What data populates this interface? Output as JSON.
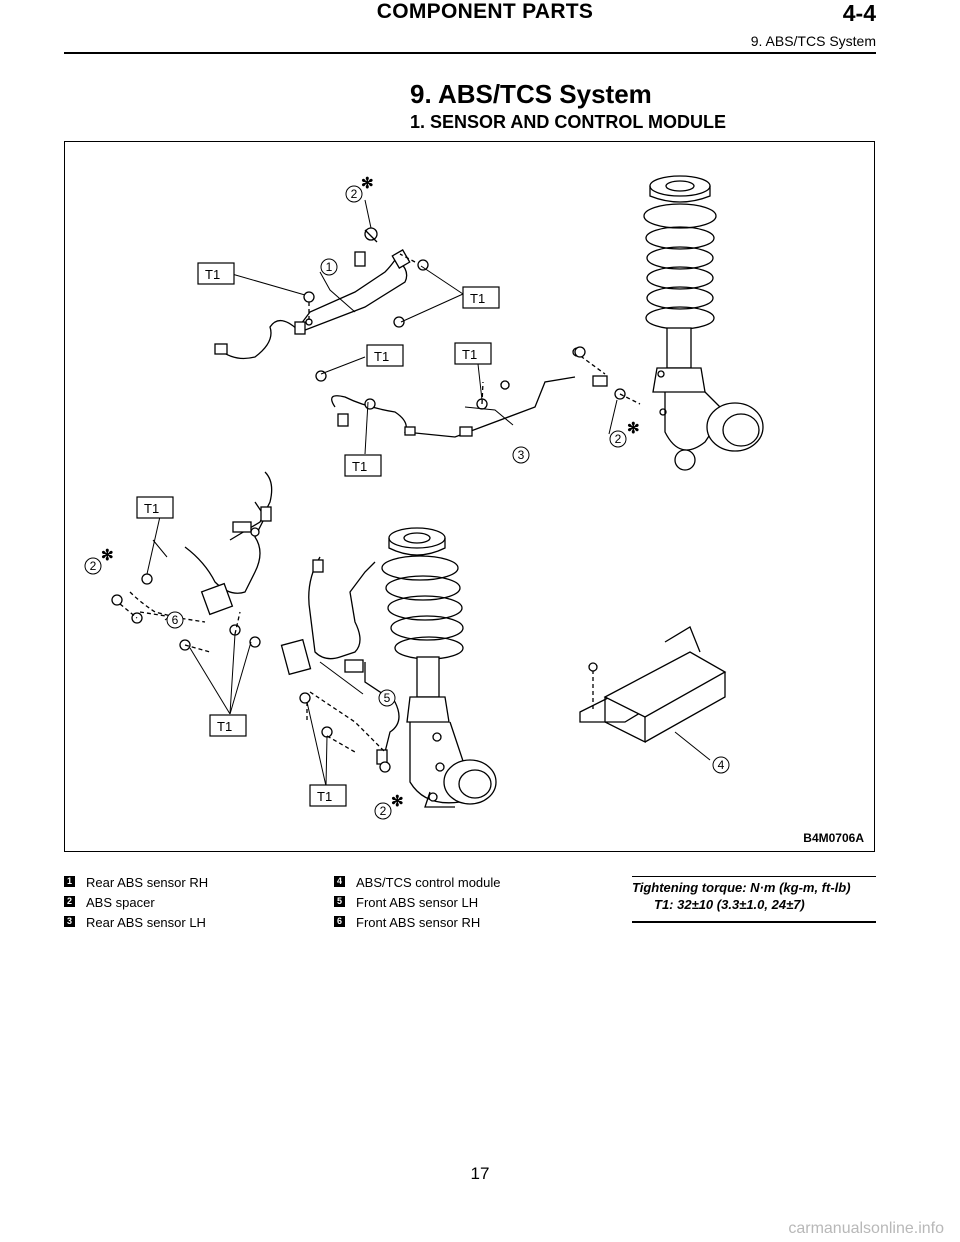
{
  "header": {
    "title": "COMPONENT PARTS",
    "code": "4-4",
    "subtitle": "9. ABS/TCS System"
  },
  "section": {
    "title": "9. ABS/TCS System",
    "subtitle": "1. SENSOR AND CONTROL MODULE"
  },
  "figure": {
    "code": "B4M0706A",
    "torque_tag": "T1",
    "callouts": [
      "1",
      "2",
      "3",
      "4",
      "5",
      "6"
    ]
  },
  "legend": [
    {
      "num": "1",
      "text": "Rear ABS sensor RH"
    },
    {
      "num": "2",
      "text": "ABS spacer"
    },
    {
      "num": "3",
      "text": "Rear ABS sensor LH"
    },
    {
      "num": "4",
      "text": "ABS/TCS control module"
    },
    {
      "num": "5",
      "text": "Front ABS sensor LH"
    },
    {
      "num": "6",
      "text": "Front ABS sensor RH"
    }
  ],
  "torque": {
    "heading": "Tightening torque: N·m (kg-m, ft-lb)",
    "value": "T1: 32±10 (3.3±1.0, 24±7)"
  },
  "footer": {
    "page": "17",
    "watermark": "carmanualsonline.info"
  }
}
